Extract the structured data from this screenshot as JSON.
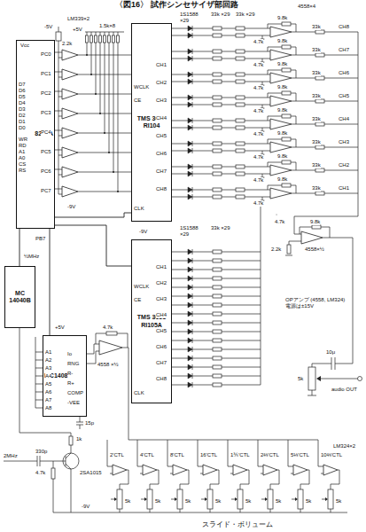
{
  "diagram": {
    "title": "〈図16〉 試作シンセサイザ部回路",
    "caption": "スライド・ボリューム",
    "nodes": [
      {
        "text": [
          "8255A"
        ]
      },
      {
        "text": [
          "TMS 3631 RI104"
        ]
      },
      {
        "text": [
          "TMS 3631 RI105A"
        ]
      },
      {
        "text": [
          "MC1408"
        ]
      },
      {
        "text": [
          "MC 14040B"
        ]
      }
    ],
    "edges": [
      {
        "from": 0,
        "to": 1,
        "arrow": "none"
      },
      {
        "from": 0,
        "to": 2,
        "arrow": "none"
      },
      {
        "from": 0,
        "to": 3,
        "arrow": "none"
      },
      {
        "from": 4,
        "to": 0,
        "arrow": "none"
      }
    ],
    "labels": [
      "-5V",
      "+5V",
      "LM339×2",
      "2.2k",
      "1.5k×8",
      "Vcc",
      "-9V",
      "D7",
      "D6",
      "D5",
      "D4",
      "D3",
      "D2",
      "D1",
      "D0",
      "WR",
      "RD",
      "A1",
      "A0",
      "CS",
      "RS",
      "PC0",
      "PC1",
      "PC2",
      "PC3",
      "PC4",
      "PC5",
      "PC6",
      "PC7",
      "WCLK",
      "CE",
      "CLK",
      "CH1",
      "CH2",
      "CH3",
      "CH4",
      "CH5",
      "CH6",
      "CH7",
      "CH8",
      "1S1588 ×29",
      "33k ×29",
      "33k ×29",
      "4558×4",
      "9.8k",
      "9.8k",
      "9.8k",
      "9.8k",
      "9.8k",
      "9.8k",
      "9.8k",
      "9.8k",
      "4.7k",
      "4.7k",
      "4.7k",
      "4.7k",
      "4.7k",
      "4.7k",
      "4.7k",
      "4.7k",
      "33k",
      "33k",
      "33k",
      "33k",
      "33k",
      "33k",
      "33k",
      "33k",
      "CH8",
      "CH7",
      "CH6",
      "CH5",
      "CH4",
      "CH3",
      "CH2",
      "CH1",
      "4558×½",
      "9.8k",
      "4.7k",
      "2.2k",
      "-9V",
      "WCLK",
      "CE",
      "CLK",
      "CH1",
      "CH2",
      "CH3",
      "CH4",
      "CH5",
      "CH6",
      "CH7",
      "CH8",
      "1S1588 ×29",
      "33k ×29",
      "OPアンプ (4558, LM324) 電源は±15V",
      "10μ",
      "5k",
      "audio OUT",
      "½MHz",
      "PB7",
      "+5V",
      "A1",
      "A2",
      "A3",
      "A4",
      "A5",
      "A6",
      "A7",
      "A8",
      "Io",
      "RNG",
      "R-",
      "R+",
      "COMP",
      "-VEE",
      "15p",
      "4.7k",
      "4558 ×½",
      "2MHz",
      "330p",
      "1k",
      "4.7k",
      "2SA1015",
      "-9V",
      "LM324×2",
      "2'CTL",
      "4'CTL",
      "8'CTL",
      "16'CTL",
      "1⅗'CTL",
      "2⅔'CTL",
      "5⅓'CTL",
      "10⅔'CTL",
      "5k",
      "5k",
      "5k",
      "5k",
      "5k",
      "5k",
      "5k",
      "5k"
    ]
  }
}
